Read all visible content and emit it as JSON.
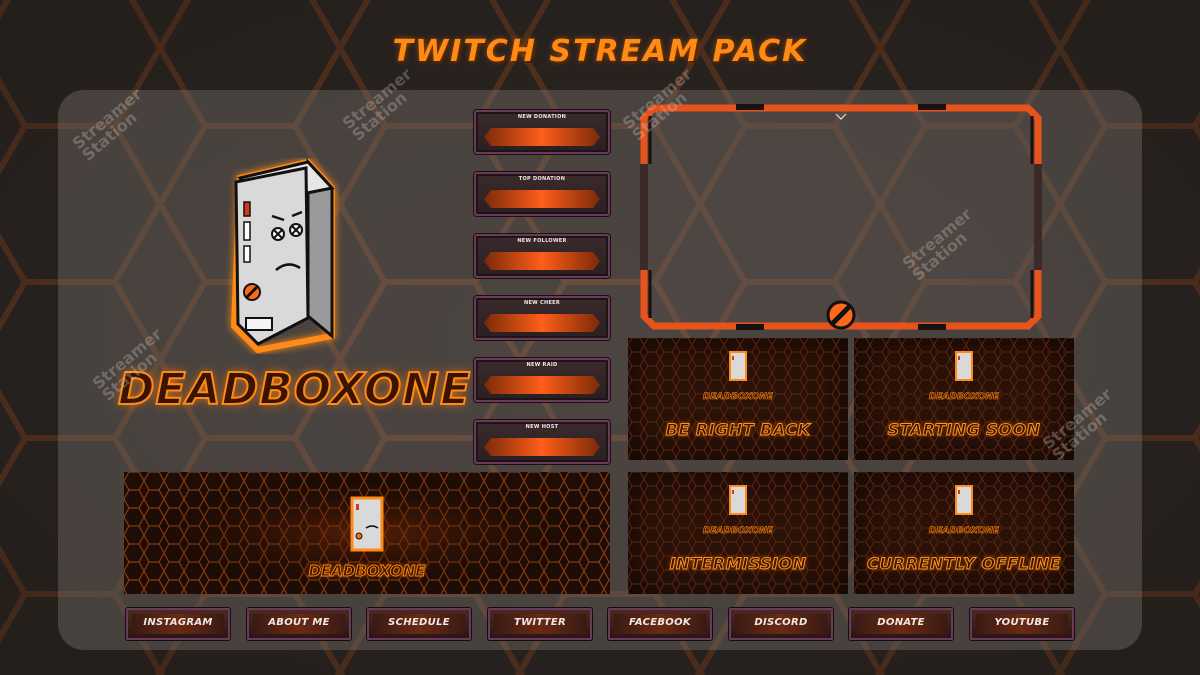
{
  "page_title": "TWITCH STREAM PACK",
  "brand_name": "DEADBOXONE",
  "alerts": [
    {
      "label": "NEW DONATION"
    },
    {
      "label": "TOP DONATION"
    },
    {
      "label": "NEW FOLLOWER"
    },
    {
      "label": "NEW CHEER"
    },
    {
      "label": "NEW RAID"
    },
    {
      "label": "NEW HOST"
    }
  ],
  "scenes": [
    {
      "brand": "DEADBOXONE",
      "label": "BE RIGHT BACK"
    },
    {
      "brand": "DEADBOXONE",
      "label": "STARTING SOON"
    },
    {
      "brand": "DEADBOXONE",
      "label": "INTERMISSION"
    },
    {
      "brand": "DEADBOXONE",
      "label": "CURRENTLY OFFLINE"
    }
  ],
  "banner": {
    "brand": "DEADBOXONE"
  },
  "panel_buttons": [
    {
      "label": "INSTAGRAM"
    },
    {
      "label": "ABOUT ME"
    },
    {
      "label": "SCHEDULE"
    },
    {
      "label": "TWITTER"
    },
    {
      "label": "FACEBOOK"
    },
    {
      "label": "DISCORD"
    },
    {
      "label": "DONATE"
    },
    {
      "label": "YOUTUBE"
    }
  ],
  "watermark": {
    "line1": "Streamer",
    "line2": "Station"
  },
  "colors": {
    "accent": "#ff8a14",
    "background": "#2a2421",
    "alert_bar": "#ff5e1a",
    "frame_border": "#6a3a5a"
  },
  "icons": {
    "mascot": "console-mascot-icon",
    "watermark": "streamer-station-logo-icon",
    "webcam_badge": "orange-circle-badge-icon"
  }
}
